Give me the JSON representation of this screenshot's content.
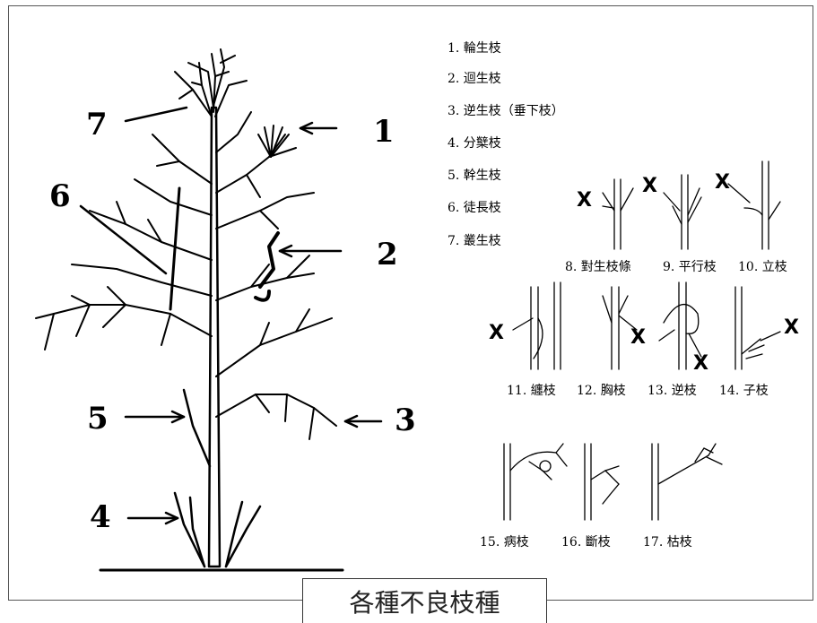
{
  "title": "各種不良枝種",
  "tree_numbers": {
    "n1": "1",
    "n2": "2",
    "n3": "3",
    "n4": "4",
    "n5": "5",
    "n6": "6",
    "n7": "7"
  },
  "legend": [
    "1. 輪生枝",
    "2. 迴生枝",
    "3. 逆生枝（垂下枝）",
    "4. 分櫱枝",
    "5. 幹生枝",
    "6. 徒長枝",
    "7. 叢生枝"
  ],
  "x_mark": "X",
  "captions": {
    "c8": "8. 對生枝條",
    "c9": "9. 平行枝",
    "c10": "10. 立枝",
    "c11": "11. 纏枝",
    "c12": "12. 胸枝",
    "c13": "13. 逆枝",
    "c14": "14. 子枝",
    "c15": "15. 病枝",
    "c16": "16. 斷枝",
    "c17": "17. 枯枝"
  }
}
